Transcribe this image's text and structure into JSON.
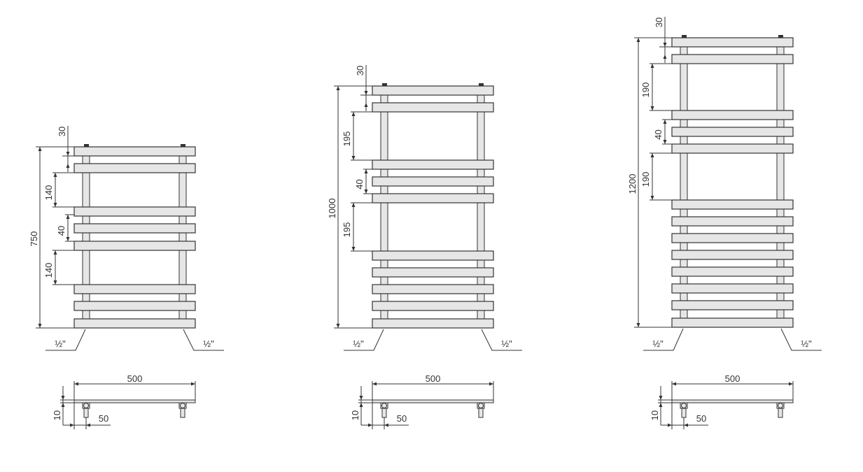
{
  "radiators": [
    {
      "height": "750",
      "top_gap": "30",
      "gap1": "140",
      "bar_gap": "40",
      "gap2": "140",
      "connection_left": "½\"",
      "connection_right": "½\"",
      "width": "500",
      "depth": "10",
      "pipe_offset": "50"
    },
    {
      "height": "1000",
      "top_gap": "30",
      "gap1": "195",
      "bar_gap": "40",
      "gap2": "195",
      "connection_left": "½\"",
      "connection_right": "½\"",
      "width": "500",
      "depth": "10",
      "pipe_offset": "50"
    },
    {
      "height": "1200",
      "top_gap": "30",
      "gap1": "190",
      "bar_gap": "40",
      "gap2": "190",
      "connection_left": "½\"",
      "connection_right": "½\"",
      "width": "500",
      "depth": "10",
      "pipe_offset": "50"
    }
  ]
}
